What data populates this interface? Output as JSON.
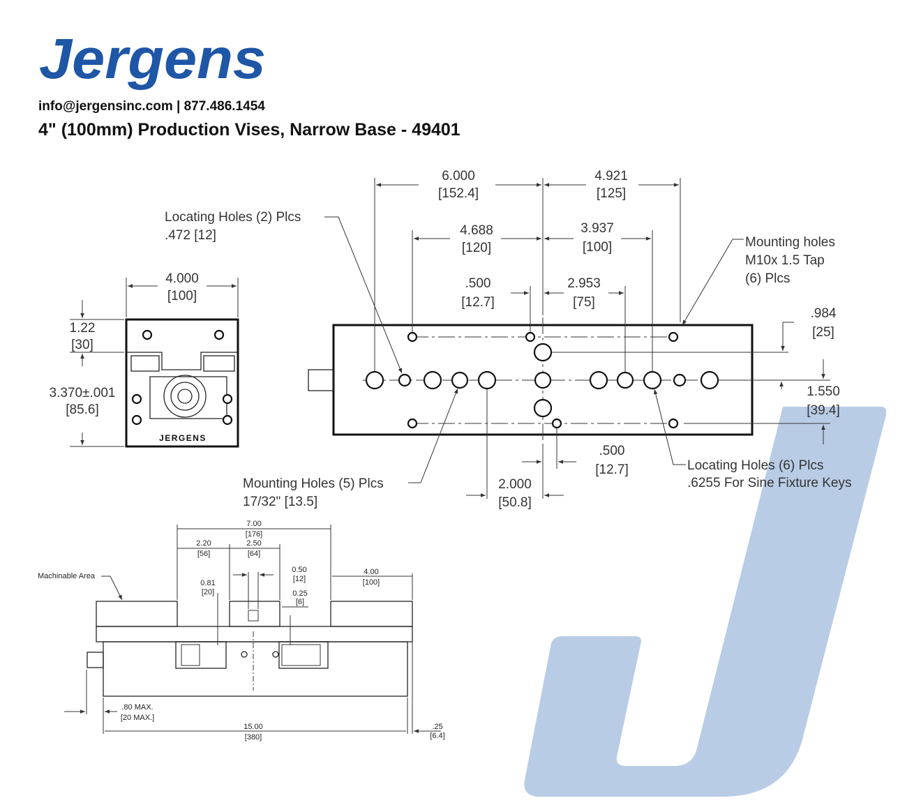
{
  "brand": {
    "logo_text": "Jergens",
    "logo_color": "#1f56a6",
    "contact": "info@jergensinc.com | 877.486.1454",
    "product_title": "4\" (100mm) Production Vises, Narrow Base - 49401",
    "watermark_letter": "J",
    "watermark_color": "#b9cce6"
  },
  "end_view": {
    "width_in": "4.000",
    "width_mm": "[100]",
    "top_in": "1.22",
    "top_mm": "[30]",
    "height_in": "3.370±.001",
    "height_mm": "[85.6]",
    "nameplate": "JERGENS"
  },
  "top_view": {
    "dim_6000_in": "6.000",
    "dim_6000_mm": "[152.4]",
    "dim_4921_in": "4.921",
    "dim_4921_mm": "[125]",
    "dim_4688_in": "4.688",
    "dim_4688_mm": "[120]",
    "dim_3937_in": "3.937",
    "dim_3937_mm": "[100]",
    "dim_500a_in": ".500",
    "dim_500a_mm": "[12.7]",
    "dim_2953_in": "2.953",
    "dim_2953_mm": "[75]",
    "dim_984_in": ".984",
    "dim_984_mm": "[25]",
    "dim_1550_in": "1.550",
    "dim_1550_mm": "[39.4]",
    "dim_500b_in": ".500",
    "dim_500b_mm": "[12.7]",
    "dim_2000_in": "2.000",
    "dim_2000_mm": "[50.8]",
    "locating_2_l1": "Locating Holes (2) Plcs",
    "locating_2_l2": ".472 [12]",
    "mounting_6_l1": "Mounting holes",
    "mounting_6_l2": "M10x 1.5 Tap",
    "mounting_6_l3": "(6) Plcs",
    "mounting_5_l1": "Mounting Holes (5) Plcs",
    "mounting_5_l2": "17/32\" [13.5]",
    "locating_6_l1": "Locating Holes (6) Plcs",
    "locating_6_l2": ".6255 For Sine Fixture Keys"
  },
  "side_view": {
    "machinable_area": "Machinable Area",
    "d700_in": "7.00",
    "d700_mm": "[176]",
    "d220_in": "2.20",
    "d220_mm": "[56]",
    "d250_in": "2.50",
    "d250_mm": "[64]",
    "d050_in": "0.50",
    "d050_mm": "[12]",
    "d400_in": "4.00",
    "d400_mm": "[100]",
    "d081_in": "0.81",
    "d081_mm": "[20]",
    "d025_in": "0.25",
    "d025_mm": "[6]",
    "d080_in": ".80 MAX.",
    "d080_mm": "[20 MAX.]",
    "d1500_in": "15.00",
    "d1500_mm": "[380]",
    "d25_in": ".25",
    "d25_mm": "[6.4]"
  }
}
